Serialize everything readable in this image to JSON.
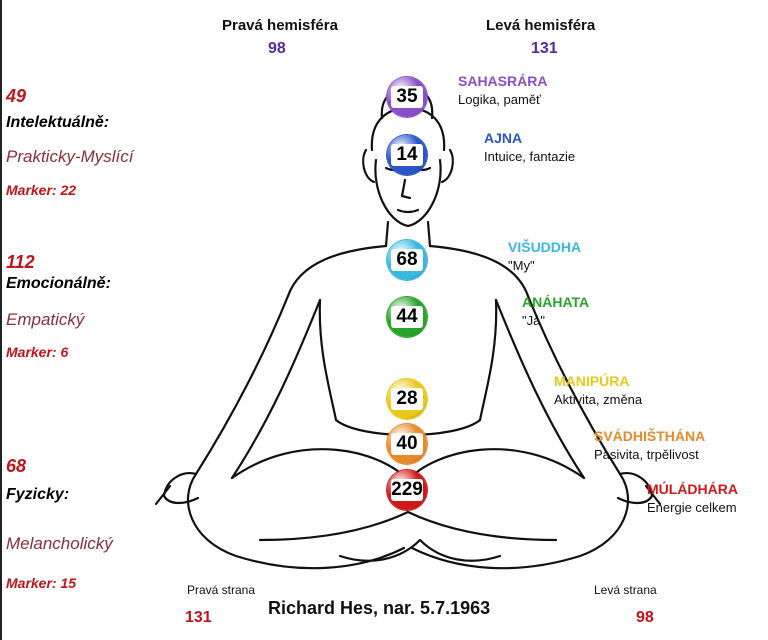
{
  "hemispheres": {
    "right": {
      "label": "Pravá hemisféra",
      "value": "98"
    },
    "left": {
      "label": "Levá hemisféra",
      "value": "131"
    }
  },
  "stats": [
    {
      "number": "49",
      "category": "Intelektuálně:",
      "type": "Prakticky-Myslící",
      "marker": "Marker: 22"
    },
    {
      "number": "112",
      "category": "Emocionálně:",
      "type": "Empatický",
      "marker": "Marker: 6"
    },
    {
      "number": "68",
      "category": "Fyzicky:",
      "type": "Melancholický",
      "marker": "Marker: 15"
    }
  ],
  "chakras": [
    {
      "value": "35",
      "name": "SAHASRÁRA",
      "desc": "Logika, paměť",
      "color": "#8a4fc8"
    },
    {
      "value": "14",
      "name": "AJNA",
      "desc": "Intuice, fantazie",
      "color": "#2a55c8"
    },
    {
      "value": "68",
      "name": "VIŠUDDHA",
      "desc": "\"My\"",
      "color": "#3ab8e0"
    },
    {
      "value": "44",
      "name": "ANÁHATA",
      "desc": "\"Já\"",
      "color": "#28a428"
    },
    {
      "value": "28",
      "name": "MANIPÚRA",
      "desc": "Aktivita, změna",
      "color": "#e8c81a"
    },
    {
      "value": "40",
      "name": "SVÁDHIŠTHÁNA",
      "desc": "Pasivita, trpělivost",
      "color": "#e88a2a"
    },
    {
      "value": "229",
      "name": "MÚLÁDHÁRA",
      "desc": "Energie celkem",
      "color": "#d01818"
    }
  ],
  "sides": {
    "right": {
      "label": "Pravá strana",
      "value": "131"
    },
    "left": {
      "label": "Levá strana",
      "value": "98"
    }
  },
  "footer": {
    "name": "Richard Hes, nar. 5.7.1963"
  }
}
